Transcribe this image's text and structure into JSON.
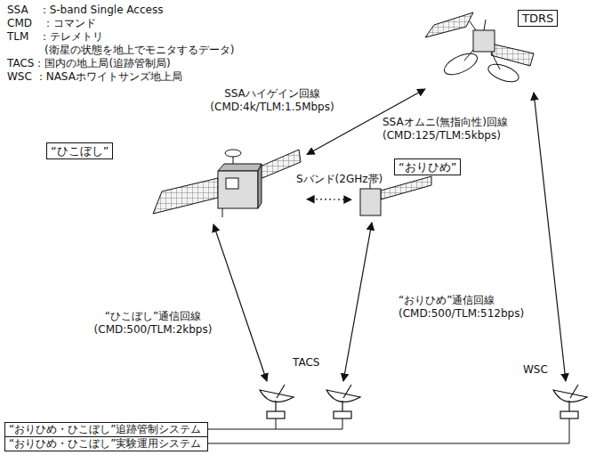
{
  "diagram": {
    "nodes": [
      {
        "text": [
          "TDRS"
        ]
      },
      {
        "text": [
          "“ひこぼし”"
        ]
      },
      {
        "text": [
          "“おりひめ”"
        ]
      },
      {
        "text": [
          "“おりひめ・ひこぼし”追跡管制システム"
        ]
      },
      {
        "text": [
          "“おりひめ・ひこぼし”実験運用システム"
        ]
      }
    ],
    "edges": [
      {
        "from": 1,
        "to": 0,
        "arrow": "both",
        "label": "SSAハイゲイン回線 (CMD:4k/TLM:1.5Mbps)"
      },
      {
        "from": 1,
        "to": 2,
        "arrow": "both",
        "label": "Sバンド(2GHz帯)"
      }
    ],
    "labels": [
      "SSA　：S-band Single Access",
      "CMD　：コマンド",
      "TLM　：テレメトリ",
      "(衛星の状態を地上でモニタするデータ)",
      "TACS：国内の地上局(追跡管制局)",
      "WSC ：NASAホワイトサンズ地上局",
      "SSAオムニ(無指向性)回線 (CMD:125/TLM:5kbps)",
      "“ひこぼし”通信回線 (CMD:500/TLM:2kbps)",
      "“おりひめ”通信回線 (CMD:500/TLM:512bps)",
      "TACS",
      "WSC"
    ]
  }
}
